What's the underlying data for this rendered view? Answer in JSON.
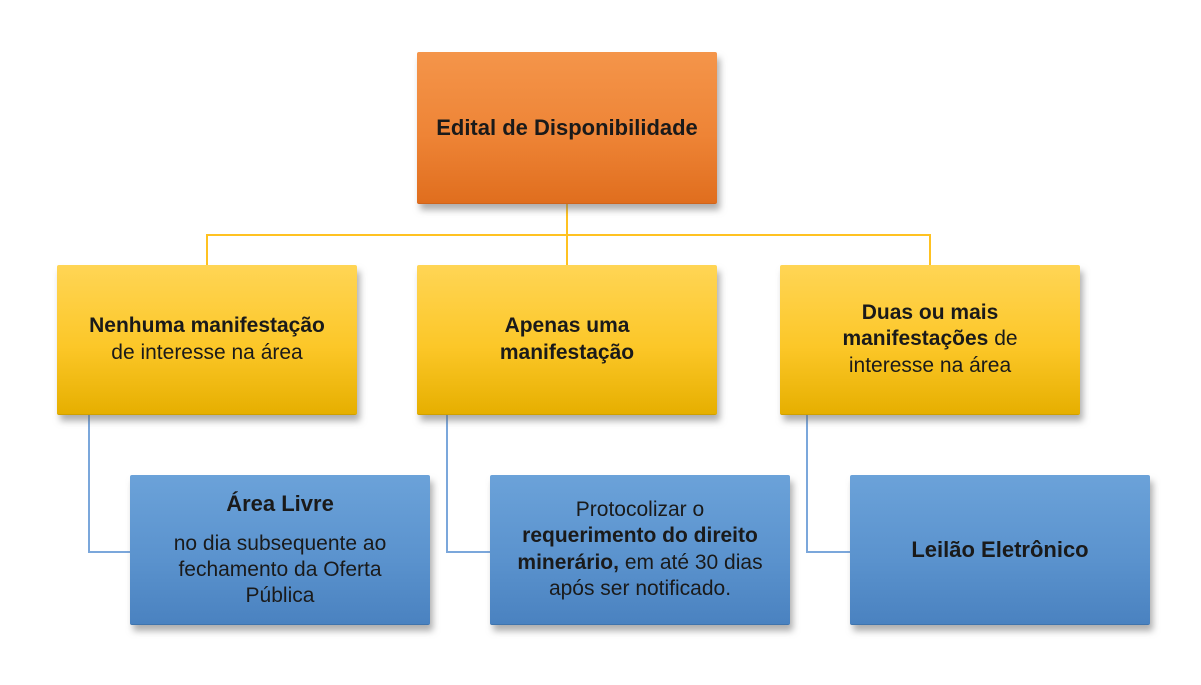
{
  "diagram": {
    "root": {
      "label": "Edital de Disponibilidade"
    },
    "conditions": {
      "none": {
        "bold": "Nenhuma manifestação",
        "rest": "de interesse na área"
      },
      "one": {
        "bold": "Apenas uma manifestação"
      },
      "many": {
        "bold": "Duas ou mais manifestações",
        "rest": "de interesse na área"
      }
    },
    "outcomes": {
      "free_area": {
        "title": "Área Livre",
        "detail": "no dia subsequente ao fechamento da Oferta Pública"
      },
      "protocol": {
        "pre": "Protocolizar o",
        "bold": "requerimento do direito minerário,",
        "post": "em até 30 dias após ser notificado."
      },
      "auction": {
        "label": "Leilão Eletrônico"
      }
    },
    "colors": {
      "root_gradient_top": "#F4954A",
      "root_gradient_bottom": "#E06E1E",
      "condition_gradient_top": "#FFD555",
      "condition_gradient_bottom": "#E6AF00",
      "outcome_gradient_top": "#6BA2D9",
      "outcome_gradient_bottom": "#4A82C0",
      "connector_yellow": "#FFC221",
      "connector_blue": "#7BA7DB",
      "text": "#1A1A1A",
      "background": "#FFFFFF"
    }
  }
}
